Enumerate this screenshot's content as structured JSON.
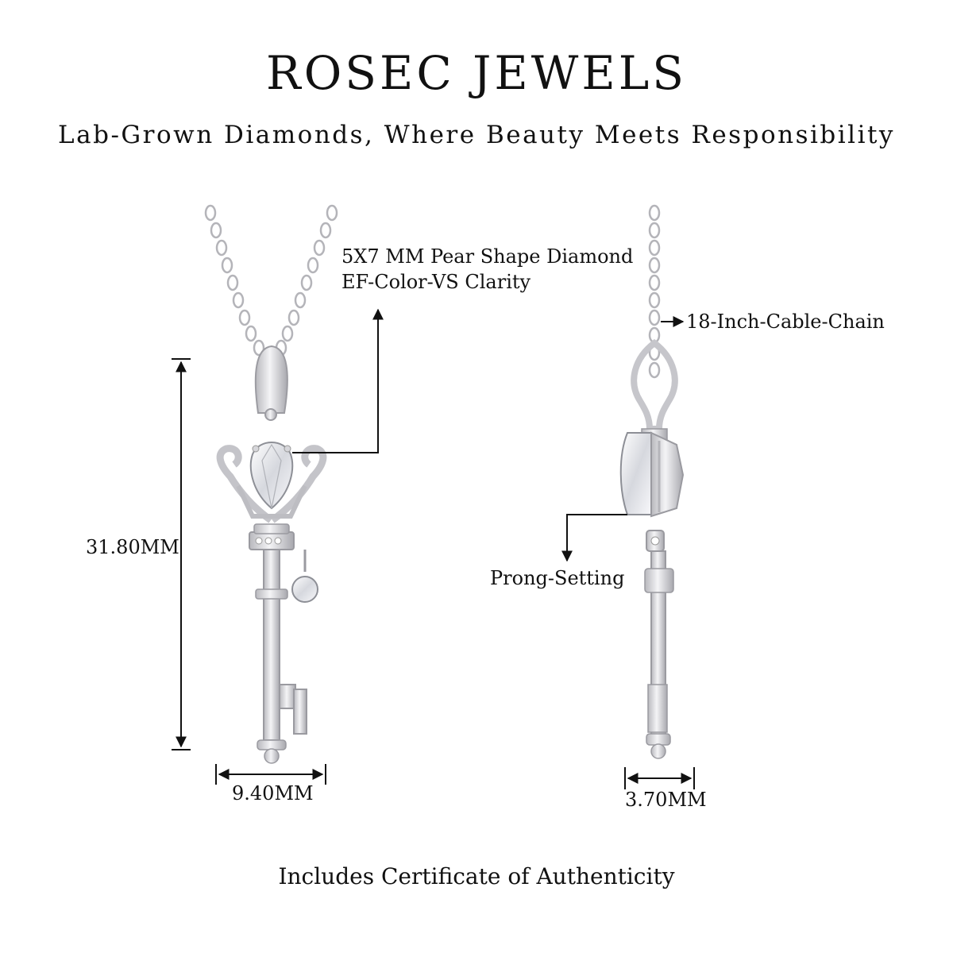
{
  "header": {
    "brand": "ROSEC JEWELS",
    "tagline": "Lab-Grown Diamonds, Where Beauty Meets Responsibility"
  },
  "front_view": {
    "stone_line1": "5X7 MM Pear Shape Diamond",
    "stone_line2": "EF-Color-VS Clarity",
    "height": "31.80MM",
    "width": "9.40MM"
  },
  "side_view": {
    "chain": "18-Inch-Cable-Chain",
    "setting": "Prong-Setting",
    "depth": "3.70MM"
  },
  "footer": {
    "note": "Includes Certificate of Authenticity"
  },
  "colors": {
    "metal": "#d9d9dc",
    "metal_shadow": "#a9a9ae",
    "text": "#111111"
  }
}
